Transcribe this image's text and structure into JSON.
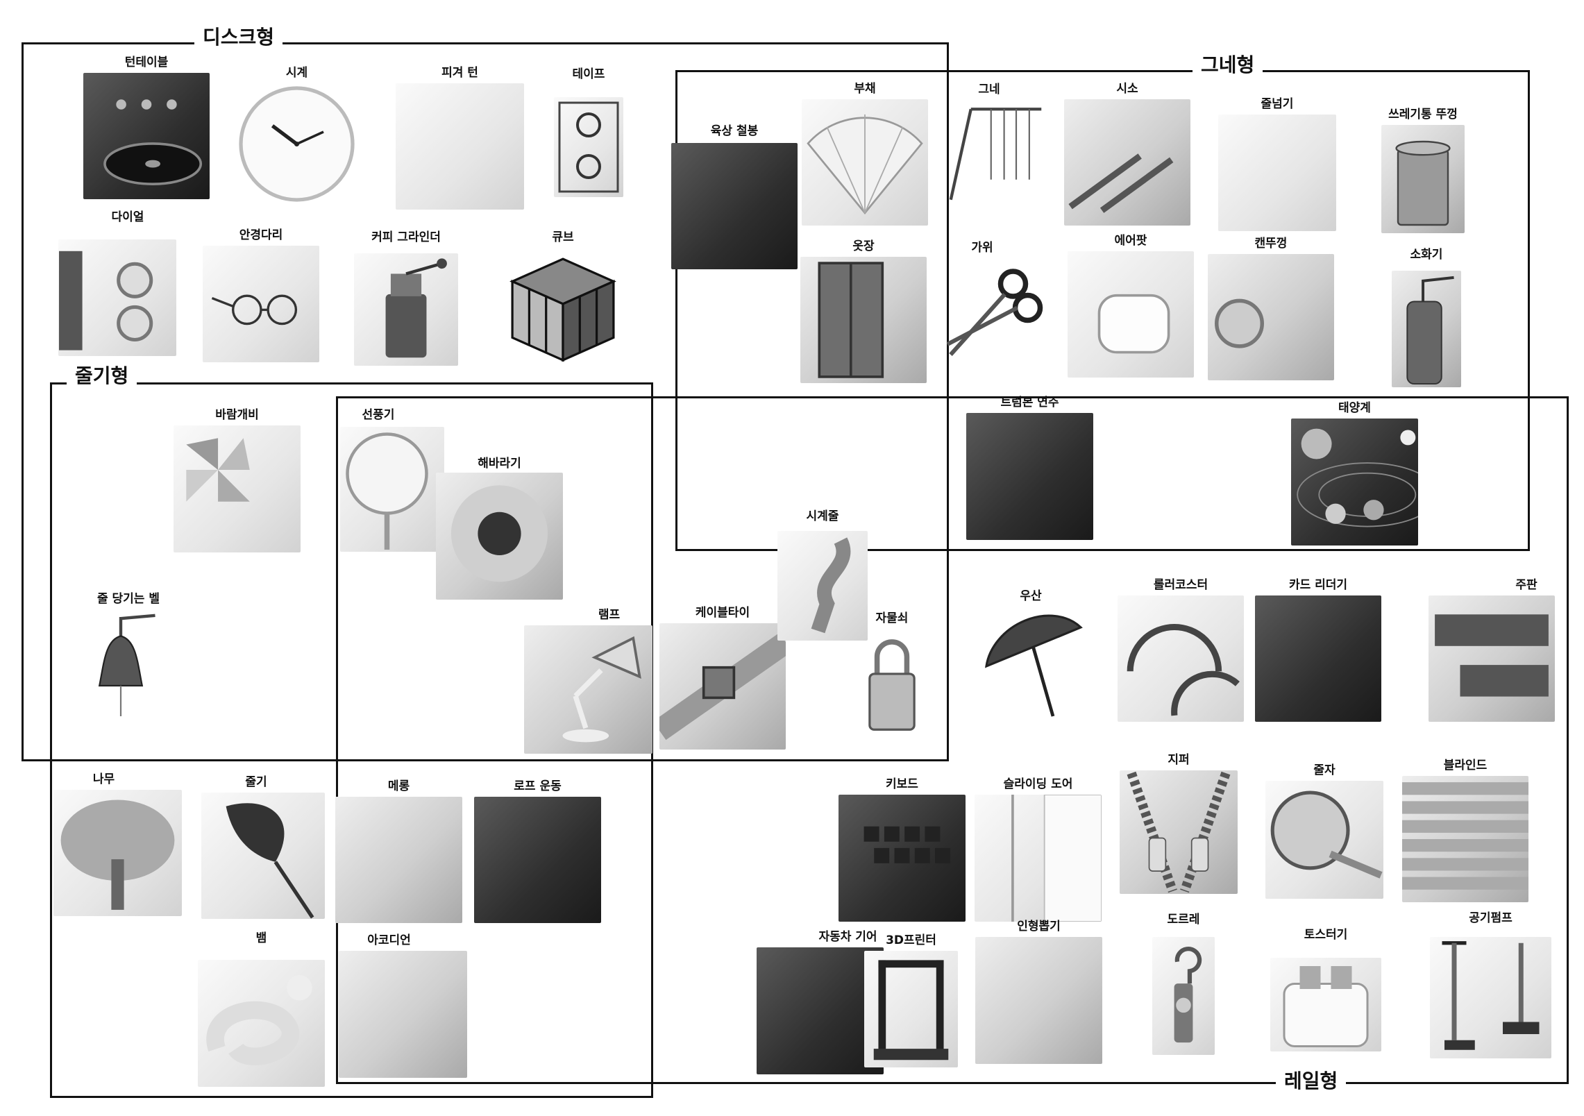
{
  "regions": {
    "disk": "디스크형",
    "swing": "그네형",
    "stem": "줄기형",
    "rail": "레일형"
  },
  "items": {
    "turntable": "턴테이블",
    "clock": "시계",
    "figure_turn": "피겨 턴",
    "tape": "테이프",
    "dial": "다이얼",
    "glasses_leg": "안경다리",
    "coffee_grinder": "커피 그라인더",
    "cube": "큐브",
    "high_bar": "육상 철봉",
    "fan_hand": "부채",
    "wardrobe": "옷장",
    "swing": "그네",
    "seesaw": "시소",
    "jump_rope": "줄넘기",
    "trash_lid": "쓰레기통 뚜껑",
    "scissors": "가위",
    "airpods": "에어팟",
    "can_lid": "캔뚜껑",
    "extinguisher": "소화기",
    "trombone": "트럼본 연주",
    "solar_system": "태양계",
    "pinwheel": "바람개비",
    "electric_fan": "선풍기",
    "sunflower": "해바라기",
    "bell": "줄 당기는 벨",
    "lamp": "램프",
    "cable_tie": "케이블타이",
    "watch_strap": "시계줄",
    "padlock": "자물쇠",
    "umbrella": "우산",
    "roller_coaster": "롤러코스터",
    "card_reader": "카드 리더기",
    "abacus": "주판",
    "tree": "나무",
    "stem_plant": "줄기",
    "mellong": "메롱",
    "rope_workout": "로프 운동",
    "keyboard": "키보드",
    "sliding_door": "슬라이딩 도어",
    "zipper": "지퍼",
    "tape_measure": "줄자",
    "blind": "블라인드",
    "snake": "뱀",
    "accordion": "아코디언",
    "gear_shift": "자동차 기어",
    "printer_3d": "3D프린터",
    "claw_machine": "인형뽑기",
    "pulley": "도르레",
    "toaster": "토스터기",
    "air_pump": "공기펌프"
  },
  "icons": {
    "clock": "clock-icon",
    "cube": "rubiks-cube-icon",
    "swing": "swing-set-icon",
    "scissors": "scissors-icon",
    "umbrella": "umbrella-icon",
    "bell": "bell-icon",
    "padlock": "padlock-icon"
  },
  "colors": {
    "border": "#111111",
    "background": "#ffffff"
  }
}
